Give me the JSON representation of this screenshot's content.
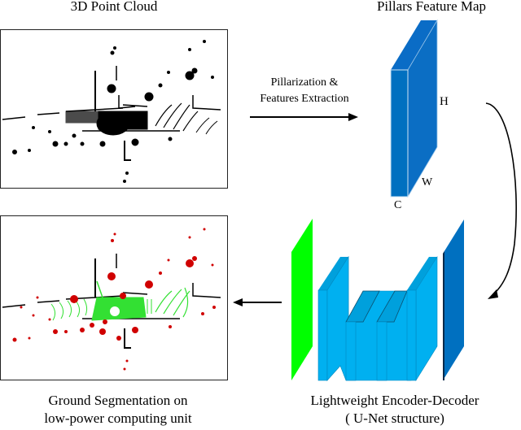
{
  "titles": {
    "point_cloud": "3D Point Cloud",
    "feature_map": "Pillars Feature Map"
  },
  "arrows": {
    "pillarization_line1": "Pillarization &",
    "pillarization_line2": "Features Extraction"
  },
  "feature_map_axes": {
    "height": "H",
    "width": "W",
    "channels": "C"
  },
  "captions": {
    "segmentation_line1": "Ground Segmentation on",
    "segmentation_line2": "low-power computing unit",
    "network_line1": "Lightweight Encoder-Decoder",
    "network_line2": "( U-Net structure)"
  },
  "colors": {
    "feature_map_blue": "#0070c0",
    "unet_light_blue": "#00b0f0",
    "output_green": "#00ff00",
    "ground_points": "#33dd33",
    "nonground_points": "#d00000",
    "raw_points": "#000000"
  }
}
